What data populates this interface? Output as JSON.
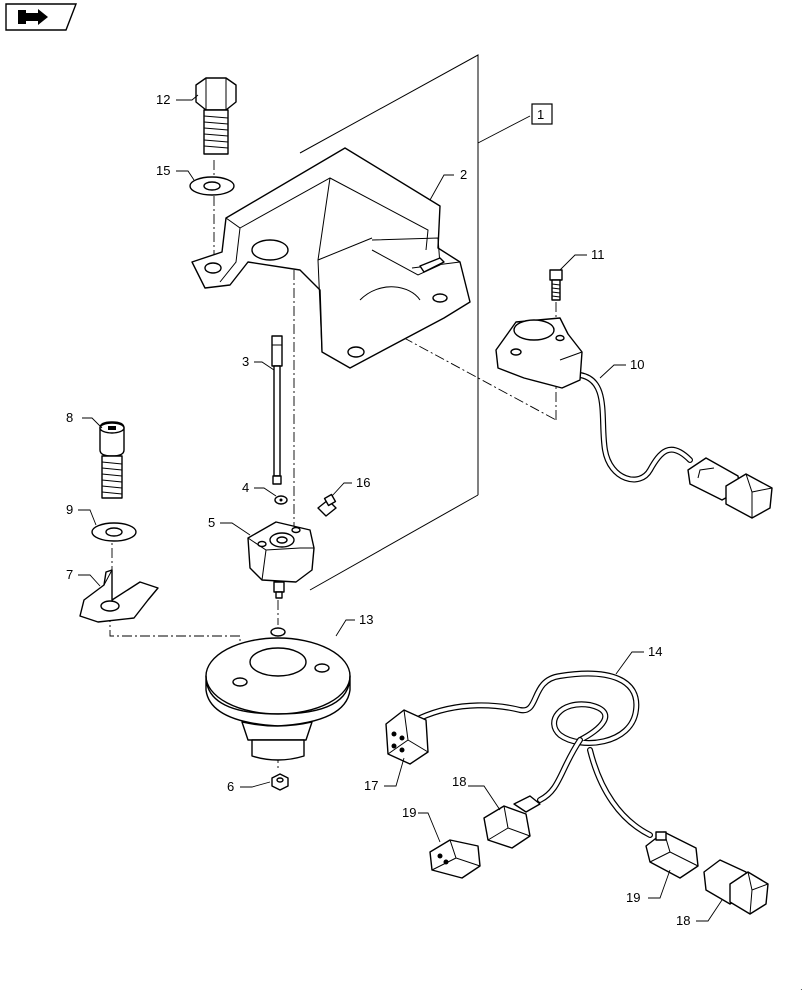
{
  "nav_icon": "arrow-right-icon",
  "callouts": {
    "c1": "1",
    "c2": "2",
    "c3": "3",
    "c4": "4",
    "c5": "5",
    "c6": "6",
    "c7": "7",
    "c8": "8",
    "c9": "9",
    "c10": "10",
    "c11": "11",
    "c12": "12",
    "c13": "13",
    "c14": "14",
    "c15": "15",
    "c16": "16",
    "c17": "17",
    "c18a": "18",
    "c18b": "18",
    "c19a": "19",
    "c19b": "19"
  }
}
